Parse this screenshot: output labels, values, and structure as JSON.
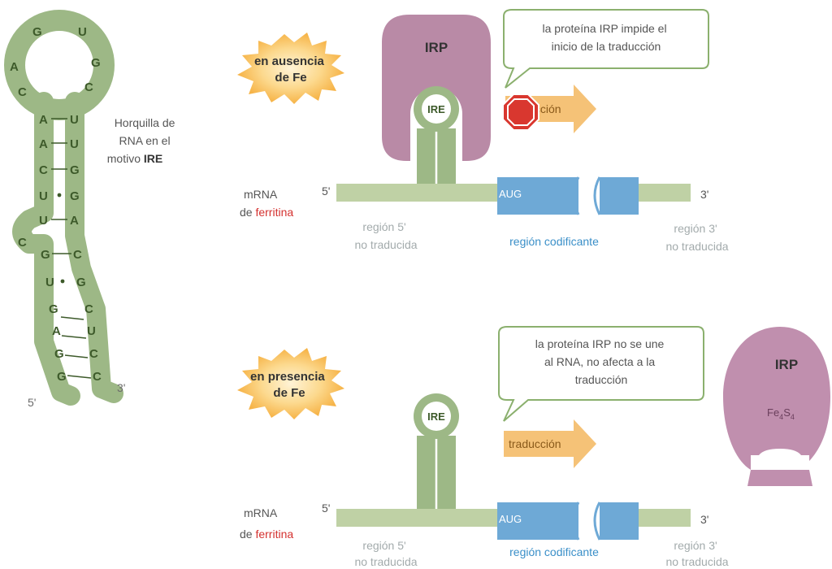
{
  "hairpin": {
    "loop_bases": [
      "G",
      "U",
      "A",
      "G",
      "C",
      "C"
    ],
    "left_stem": [
      "A",
      "A",
      "C",
      "U",
      "U",
      "C",
      "G",
      "U",
      "G",
      "A",
      "G",
      "G"
    ],
    "right_stem": [
      "U",
      "U",
      "G",
      "G",
      "A",
      "C",
      "G",
      "C",
      "U",
      "C",
      "C"
    ],
    "end_5": "5'",
    "end_3": "3'",
    "caption": [
      "Horquilla de",
      "RNA en el",
      "motivo "
    ],
    "caption_bold": "IRE"
  },
  "top": {
    "condition": [
      "en ausencia",
      "de Fe"
    ],
    "protein": "IRP",
    "bubble": [
      "la proteína IRP impide el",
      "inicio de la traducción"
    ],
    "ire": "IRE",
    "translation": "traducción",
    "aug": "AUG",
    "end_5": "5'",
    "end_3": "3'",
    "mrna": "mRNA",
    "de": "de ",
    "ferritina": "ferritina",
    "region5": [
      "región 5'",
      "no traducida"
    ],
    "coding": "región codificante",
    "region3": [
      "región 3'",
      "no traducida"
    ]
  },
  "bottom": {
    "condition": [
      "en presencia",
      "de Fe"
    ],
    "protein": "IRP",
    "fe": "Fe",
    "fe_sub1": "4",
    "s": "S",
    "fe_sub2": "4",
    "bubble": [
      "la proteína IRP no se une",
      "al RNA, no afecta a la",
      "traducción"
    ],
    "ire": "IRE",
    "translation": "traducción",
    "aug": "AUG",
    "end_5": "5'",
    "end_3": "3'",
    "mrna": "mRNA",
    "de": "de ",
    "ferritina": "ferritina",
    "region5": [
      "región 5'",
      "no traducida"
    ],
    "coding": "región codificante",
    "region3": [
      "región 3'",
      "no traducida"
    ]
  },
  "colors": {
    "rna_green": "#9db886",
    "rna_dark": "#7a9a62",
    "irp_purple": "#b98aa6",
    "coding_blue": "#6ea9d6",
    "burst_orange": "#f6b347",
    "arrow_orange": "#f5c277",
    "stop_red": "#d9372f"
  }
}
